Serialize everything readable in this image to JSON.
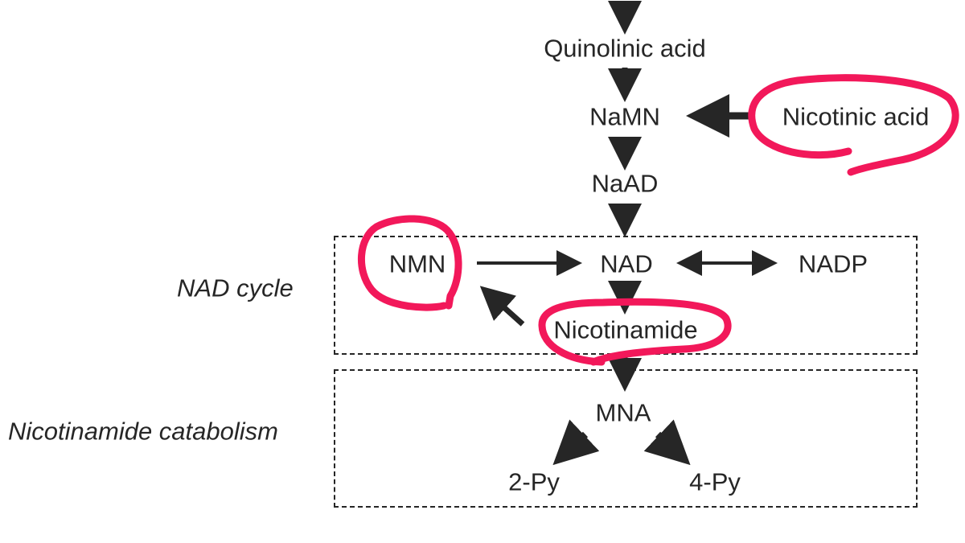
{
  "nodes": {
    "quinolinic_acid": "Quinolinic acid",
    "namn": "NaMN",
    "nicotinic_acid": "Nicotinic acid",
    "naad": "NaAD",
    "nmn": "NMN",
    "nad": "NAD",
    "nadp": "NADP",
    "nicotinamide": "Nicotinamide",
    "mna": "MNA",
    "py2": "2-Py",
    "py4": "4-Py"
  },
  "sections": {
    "nad_cycle": "NAD cycle",
    "catabolism": "Nicotinamide catabolism"
  },
  "colors": {
    "ink": "#262626",
    "highlight": "#f2185a"
  }
}
